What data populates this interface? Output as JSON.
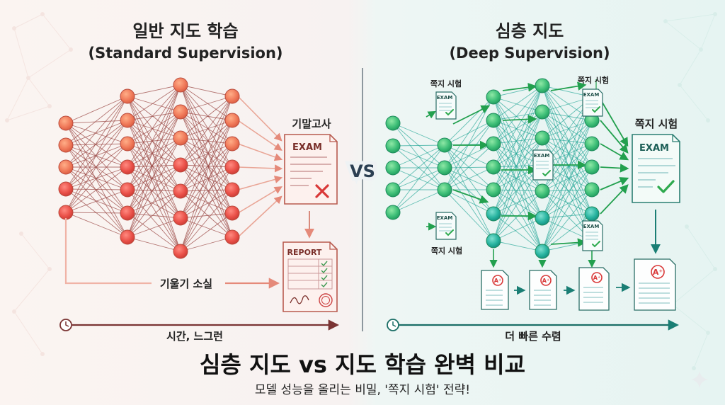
{
  "left": {
    "title_ko": "일반 지도 학습",
    "title_en": "(Standard Supervision)",
    "exam_caption": "기말고사",
    "exam_label": "EXAM",
    "report_label": "REPORT",
    "gradient_label": "기울기 소실",
    "time_label": "시간, 느그런",
    "exam_result": "fail"
  },
  "right": {
    "title_ko": "심층 지도",
    "title_en": "(Deep Supervision)",
    "quiz_label_top_left": "쪽지 시험",
    "quiz_label_top_right": "쪽지 시험",
    "quiz_label_bottom_left": "쪽지 시험",
    "quiz_label_final": "쪽지 시험",
    "exam_label": "EXAM",
    "grade": "A⁺",
    "time_label": "더 빠른 수렴",
    "exam_result": "pass"
  },
  "vs_label": "VS",
  "footer": {
    "title": "심층 지도 vs 지도 학습 완벽 비교",
    "subtitle": "모델 성능을 올리는 비밀, '쪽지 시험' 전략!"
  },
  "colors": {
    "left_accent": "#e06a52",
    "left_dark": "#7a3434",
    "right_accent": "#1f9a6e",
    "right_dark": "#0f6b60",
    "fail_mark": "#d93838",
    "pass_mark": "#2eaa4e"
  }
}
